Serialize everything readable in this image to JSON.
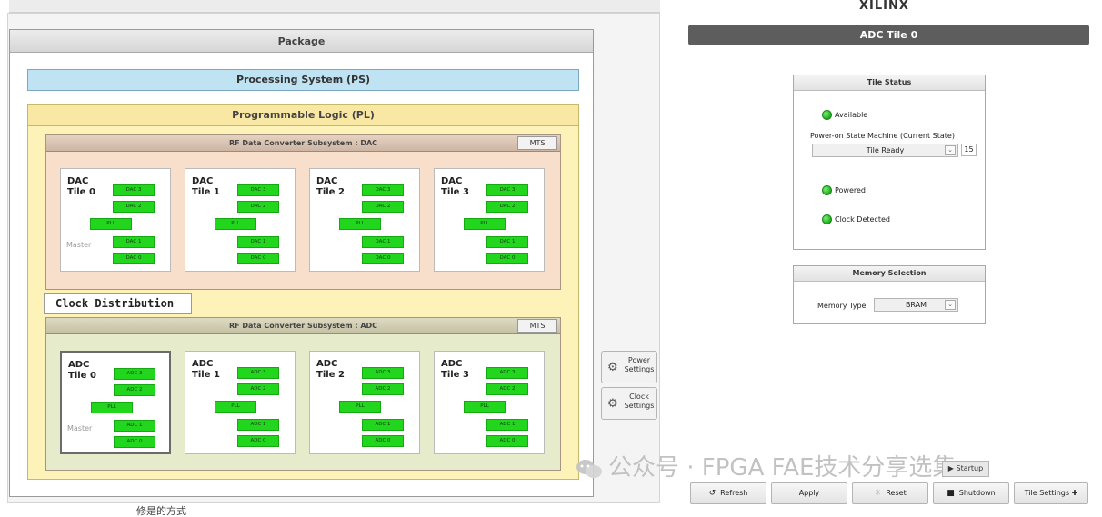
{
  "package": {
    "title": "Package",
    "ps_label": "Processing System (PS)",
    "pl_label": "Programmable Logic (PL)",
    "clock_distribution": "Clock Distribution",
    "dac_subsystem": {
      "title": "RF Data Converter Subsystem : DAC",
      "mts": "MTS",
      "tiles": [
        {
          "line1": "DAC",
          "line2": "Tile 0",
          "master": "Master",
          "blocks": [
            "DAC 3",
            "DAC 2",
            "PLL",
            "DAC 1",
            "DAC 0"
          ]
        },
        {
          "line1": "DAC",
          "line2": "Tile 1",
          "blocks": [
            "DAC 3",
            "DAC 2",
            "PLL",
            "DAC 1",
            "DAC 0"
          ]
        },
        {
          "line1": "DAC",
          "line2": "Tile 2",
          "blocks": [
            "DAC 3",
            "DAC 2",
            "PLL",
            "DAC 1",
            "DAC 0"
          ]
        },
        {
          "line1": "DAC",
          "line2": "Tile 3",
          "blocks": [
            "DAC 3",
            "DAC 2",
            "PLL",
            "DAC 1",
            "DAC 0"
          ]
        }
      ]
    },
    "adc_subsystem": {
      "title": "RF Data Converter Subsystem : ADC",
      "mts": "MTS",
      "tiles": [
        {
          "line1": "ADC",
          "line2": "Tile 0",
          "master": "Master",
          "selected": true,
          "blocks": [
            "ADC 3",
            "ADC 2",
            "PLL",
            "ADC 1",
            "ADC 0"
          ]
        },
        {
          "line1": "ADC",
          "line2": "Tile 1",
          "blocks": [
            "ADC 3",
            "ADC 2",
            "PLL",
            "ADC 1",
            "ADC 0"
          ]
        },
        {
          "line1": "ADC",
          "line2": "Tile 2",
          "blocks": [
            "ADC 3",
            "ADC 2",
            "PLL",
            "ADC 1",
            "ADC 0"
          ]
        },
        {
          "line1": "ADC",
          "line2": "Tile 3",
          "blocks": [
            "ADC 3",
            "ADC 2",
            "PLL",
            "ADC 1",
            "ADC 0"
          ]
        }
      ]
    }
  },
  "side_buttons": {
    "power": {
      "line1": "Power",
      "line2": "Settings"
    },
    "clock": {
      "line1": "Clock",
      "line2": "Settings"
    }
  },
  "right_panel": {
    "logo": "XILINX",
    "header": "ADC Tile 0",
    "tile_status": {
      "title": "Tile Status",
      "available": "Available",
      "state_label": "Power-on State Machine (Current State)",
      "state_value": "Tile Ready",
      "state_number": "15",
      "powered": "Powered",
      "clock_detected": "Clock Detected"
    },
    "memory_selection": {
      "title": "Memory Selection",
      "type_label": "Memory Type",
      "type_value": "BRAM"
    },
    "startup_label": "Startup",
    "toolbar": {
      "refresh": "Refresh",
      "apply": "Apply",
      "reset": "Reset",
      "shutdown": "Shutdown",
      "tile_settings": "Tile Settings"
    }
  },
  "watermark": "公众号 · FPGA FAE技术分享选集",
  "caption": "修是的方式",
  "colors": {
    "block_green": "#22d61e",
    "ps_blue": "#bfe3f2",
    "pl_yellow": "#fdf3b8",
    "header_gray": "#5d5d5d"
  }
}
